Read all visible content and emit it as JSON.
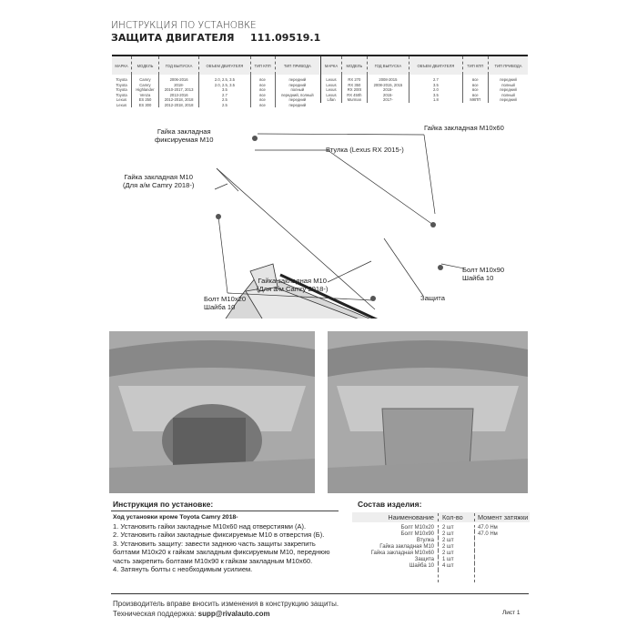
{
  "header": {
    "subtitle": "ИНСТРУКЦИЯ ПО УСТАНОВКЕ",
    "title": "ЗАЩИТА ДВИГАТЕЛЯ",
    "code": "111.09519.1"
  },
  "table": {
    "columns": [
      "МАРКА",
      "МОДЕЛЬ",
      "ГОД ВЫПУСКА",
      "ОБЪЕМ ДВИГАТЕЛЯ",
      "ТИП КПП",
      "ТИП ПРИВОДА"
    ],
    "left": [
      [
        "Toyota",
        "Camry",
        "2006-2016",
        "2.0, 2.5, 3.5",
        "все",
        "передний"
      ],
      [
        "Toyota",
        "Camry",
        "2018-",
        "2.0, 2.5, 3.5",
        "все",
        "передний"
      ],
      [
        "Toyota",
        "Highlander",
        "2010-2017, 2013",
        "3.5",
        "все",
        "полный"
      ],
      [
        "Toyota",
        "Venza",
        "2013-2016",
        "2.7",
        "все",
        "передний, полный"
      ],
      [
        "Lexus",
        "ES 250",
        "2012-2018, 2018",
        "2.5",
        "все",
        "передний"
      ],
      [
        "Lexus",
        "ES 300",
        "2012-2018, 2018",
        "2.5",
        "все",
        "передний"
      ]
    ],
    "right": [
      [
        "Lexus",
        "RX 270",
        "2008-2015",
        "2.7",
        "все",
        "передний"
      ],
      [
        "Lexus",
        "RX 350",
        "2008-2015, 2015",
        "3.5",
        "все",
        "полный"
      ],
      [
        "Lexus",
        "RX 200t",
        "2015-",
        "2.0",
        "все",
        "передний"
      ],
      [
        "Lexus",
        "RX 450h",
        "2015-",
        "3.5",
        "все",
        "полный"
      ],
      [
        "Lifan",
        "Murman",
        "2017-",
        "1.8",
        "МКПП",
        "передний"
      ]
    ]
  },
  "diagram": {
    "l1a": "Гайка закладная",
    "l1b": "фиксируемая M10",
    "l2": "Гайка закладная M10x60",
    "l3": "Втулка (Lexus RX 2015-)",
    "l4a": "Гайка закладная M10",
    "l4b": "(Для а/м Camry 2018-)",
    "l5a": "Гайка закладная M10",
    "l5b": "(Для а/м Camry 2018-)",
    "l6a": "Болт M10x90",
    "l6b": "Шайба 10",
    "l7a": "Болт M10x20",
    "l7b": "Шайба 10",
    "l8": "Защита"
  },
  "instructions": {
    "title": "Инструкция по установке:",
    "subtitle": "Ход установки кроме Toyota Camry 2018-",
    "steps": [
      "1. Установить гайки закладные M10x60 над отверстиями (А).",
      "2. Установить гайки закладные фиксируемые  M10 в отверстия (Б).",
      "3. Установить защиту: завести заднюю часть защиты закрепить болтами M10x20 к гайкам закладным фиксируемым M10, переднюю часть закрепить болтами M10x90 к гайкам закладным M10x60.",
      "4. Затянуть болты с необходимым усилием."
    ]
  },
  "composition": {
    "title": "Состав изделия:",
    "headers": [
      "Наименование",
      "Кол-во",
      "Момент затяжки"
    ],
    "rows": [
      [
        "Болт M10x20",
        "2 шт",
        "47.0 Нм"
      ],
      [
        "Болт M10x90",
        "2 шт",
        "47.0 Нм"
      ],
      [
        "Втулка",
        "2 шт",
        ""
      ],
      [
        "Гайка закладная M10",
        "2 шт",
        ""
      ],
      [
        "Гайка закладная M10x60",
        "2 шт",
        ""
      ],
      [
        "Защита",
        "1 шт",
        ""
      ],
      [
        "Шайба 10",
        "4 шт",
        ""
      ]
    ]
  },
  "footer": {
    "note": "Производитель вправе вносить изменения в конструкцию защиты.",
    "support_label": "Техническая поддержка: ",
    "email": "supp@rivalauto.com",
    "page": "Лист 1"
  }
}
